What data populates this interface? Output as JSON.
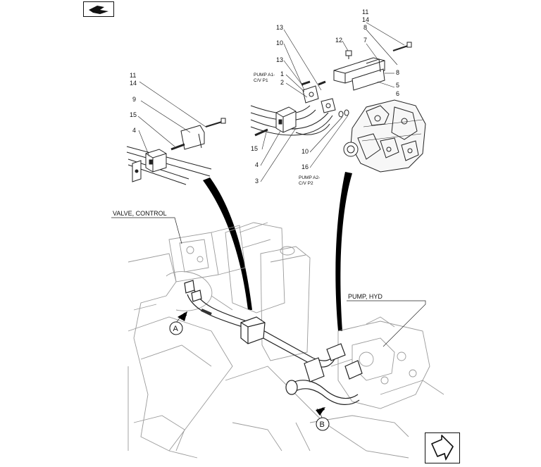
{
  "nav": {
    "top_icon": "previous-page-icon",
    "bottom_icon": "next-page-icon"
  },
  "detail_left": {
    "callouts": [
      "11",
      "14",
      "9",
      "15",
      "4"
    ]
  },
  "detail_right": {
    "callouts": [
      "13",
      "10",
      "13",
      "1",
      "2",
      "15",
      "4",
      "3",
      "10",
      "16",
      "12",
      "11",
      "14",
      "8",
      "7",
      "8",
      "5",
      "6"
    ],
    "port_labels": {
      "a1_line1": "PUMP A1-",
      "a1_line2": "C/V P1",
      "a2_line1": "PUMP A2-",
      "a2_line2": "C/V P2"
    }
  },
  "main": {
    "component_labels": {
      "valve": "VALVE, CONTROL",
      "pump": "PUMP, HYD"
    },
    "view_markers": {
      "a": "A",
      "b": "B"
    }
  }
}
